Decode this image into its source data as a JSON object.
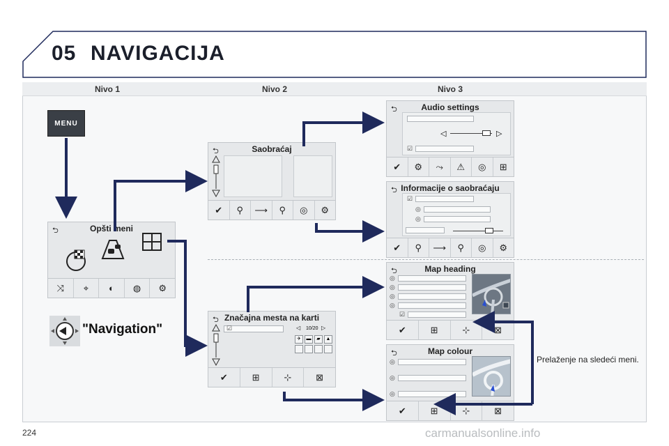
{
  "header": {
    "chapter": "05",
    "title": "NAVIGACIJA"
  },
  "levels": {
    "l1": "Nivo 1",
    "l2": "Nivo 2",
    "l3": "Nivo 3"
  },
  "menu_button": {
    "label": "MENU"
  },
  "screens": {
    "opsti": {
      "title": "Opšti meni"
    },
    "saobracaj": {
      "title": "Saobraćaj"
    },
    "znacajna": {
      "title": "Značajna mesta na karti",
      "pager": "10/20"
    },
    "audio": {
      "title": "Audio settings"
    },
    "info": {
      "title": "Informacije o saobraćaju"
    },
    "heading": {
      "title": "Map heading"
    },
    "colour": {
      "title": "Map colour"
    }
  },
  "navigation_label": "\"Navigation\"",
  "note": "Prelaženje na sledeći meni.",
  "page_number": "224",
  "watermark": "carmanualsonline.info",
  "colors": {
    "arrow": "#1f2a5c",
    "header_text": "#1b1f2b"
  }
}
